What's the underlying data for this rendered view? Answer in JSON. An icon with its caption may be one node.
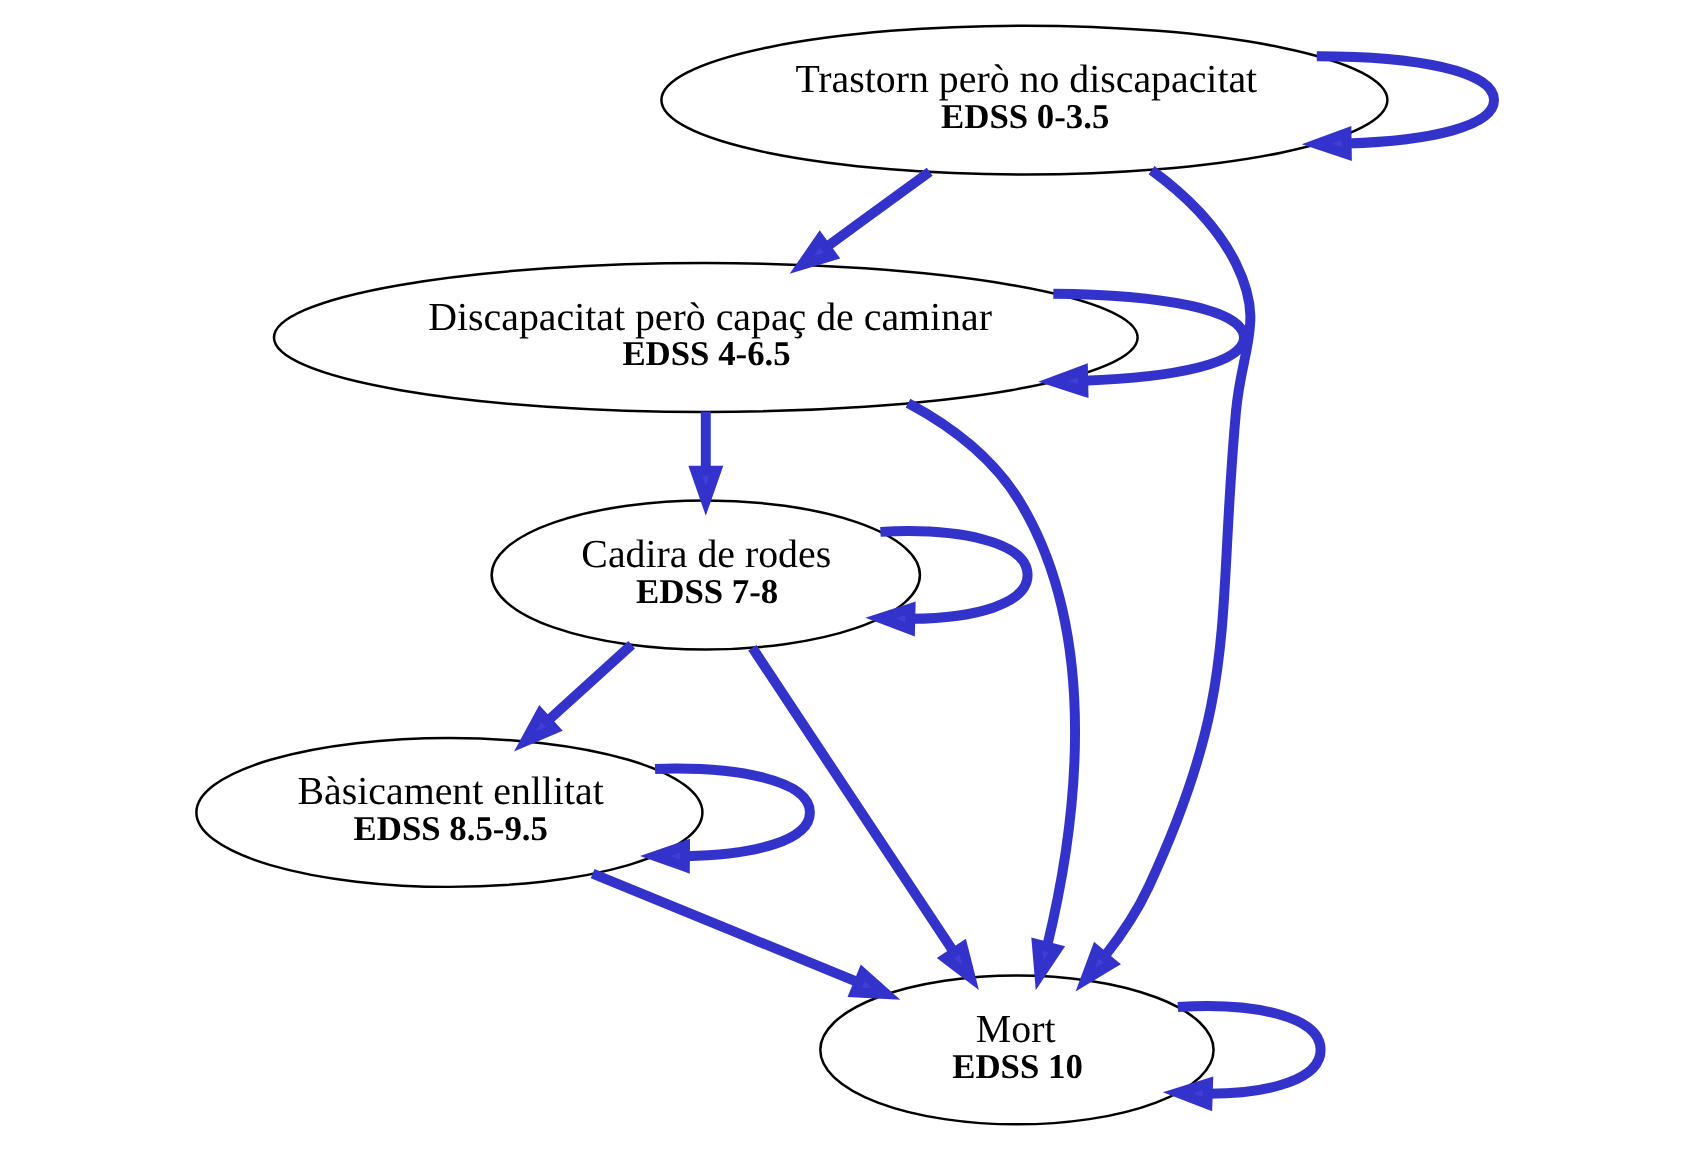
{
  "diagram": {
    "nodes": [
      {
        "text": [
          "Trastorn però no discapacitat",
          "EDSS 0-3.5"
        ]
      },
      {
        "text": [
          "Discapacitat però capaç de caminar",
          "EDSS 4-6.5"
        ]
      },
      {
        "text": [
          "Cadira de rodes",
          "EDSS 7-8"
        ]
      },
      {
        "text": [
          "Bàsicament enllitat",
          "EDSS 8.5-9.5"
        ]
      },
      {
        "text": [
          "Mort",
          "EDSS 10"
        ]
      }
    ],
    "edges": [
      {
        "from": 0,
        "to": 0,
        "arrow": "to"
      },
      {
        "from": 0,
        "to": 1,
        "arrow": "to"
      },
      {
        "from": 0,
        "to": 4,
        "arrow": "to"
      },
      {
        "from": 1,
        "to": 1,
        "arrow": "to"
      },
      {
        "from": 1,
        "to": 4,
        "arrow": "to"
      },
      {
        "from": 1,
        "to": 2,
        "arrow": "to"
      },
      {
        "from": 2,
        "to": 2,
        "arrow": "to"
      },
      {
        "from": 2,
        "to": 4,
        "arrow": "to"
      },
      {
        "from": 2,
        "to": 3,
        "arrow": "to"
      },
      {
        "from": 3,
        "to": 3,
        "arrow": "to"
      },
      {
        "from": 3,
        "to": 4,
        "arrow": "to"
      },
      {
        "from": 4,
        "to": 4,
        "arrow": "to"
      }
    ]
  }
}
